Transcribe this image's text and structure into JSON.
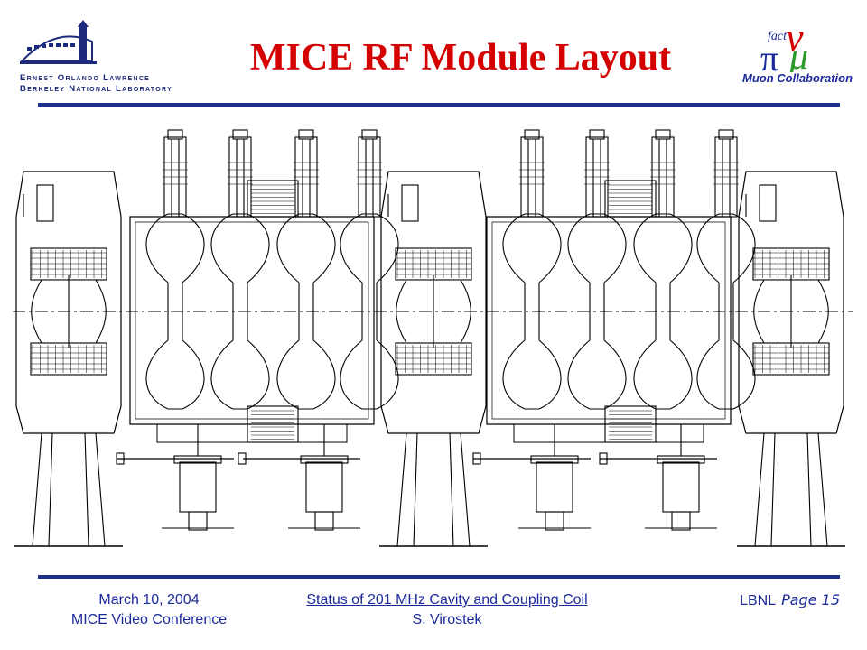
{
  "slide": {
    "title": "MICE RF Module Layout",
    "logos": {
      "lbnl": {
        "line1": "Ernest Orlando Lawrence",
        "line2": "Berkeley National Laboratory"
      },
      "muon": {
        "caption": "Muon Collaboration",
        "glyph_text": "fact"
      }
    },
    "footer": {
      "date": "March 10, 2004",
      "event": "MICE Video Conference",
      "talk_title": "Status of 201 MHz Cavity and Coupling Coil",
      "author": "S. Virostek",
      "org": "LBNL",
      "page": "Page 15"
    }
  },
  "colors": {
    "title": "#d40000",
    "accent": "#1e2f8c",
    "footer_text": "#1b2a9a",
    "drawing_line": "#000000"
  }
}
